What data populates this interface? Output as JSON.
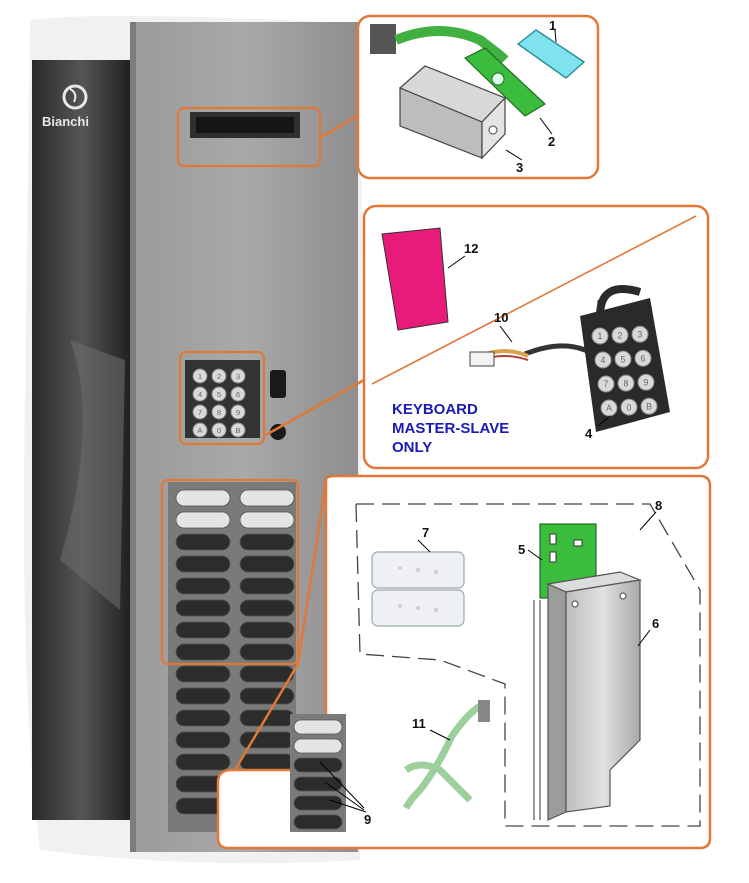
{
  "brand": {
    "name": "Bianchi"
  },
  "colors": {
    "callout": "#e07838",
    "display_glass": "#7fe3ee",
    "circuit_board": "#3cbc3c",
    "membrane": "#e81a7a",
    "keyboard_text": "#1a1ab4"
  },
  "callouts": {
    "display": {
      "parts": [
        "1",
        "2",
        "3"
      ]
    },
    "keyboard": {
      "parts": [
        "12",
        "10",
        "4"
      ],
      "note": [
        "KEYBOARD",
        "MASTER-SLAVE",
        "ONLY"
      ]
    },
    "buttons": {
      "parts": [
        "8",
        "7",
        "5",
        "6",
        "11",
        "9"
      ]
    }
  },
  "keypad": {
    "keys": [
      "1",
      "2",
      "3",
      "4",
      "5",
      "6",
      "7",
      "8",
      "9",
      "A",
      "0",
      "B"
    ]
  }
}
